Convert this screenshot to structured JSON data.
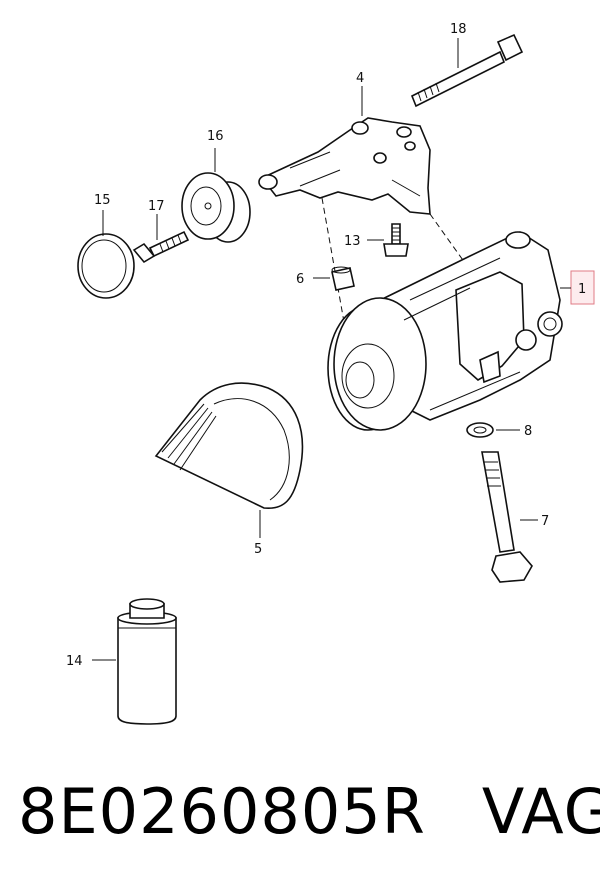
{
  "callouts": {
    "p1": "1",
    "p4": "4",
    "p5": "5",
    "p6": "6",
    "p7": "7",
    "p8": "8",
    "p13": "13",
    "p14": "14",
    "p15": "15",
    "p16": "16",
    "p17": "17",
    "p18": "18"
  },
  "highlight_color": "#e07b86",
  "caption": {
    "part_number": "8E0260805R",
    "brand": "VAG"
  }
}
